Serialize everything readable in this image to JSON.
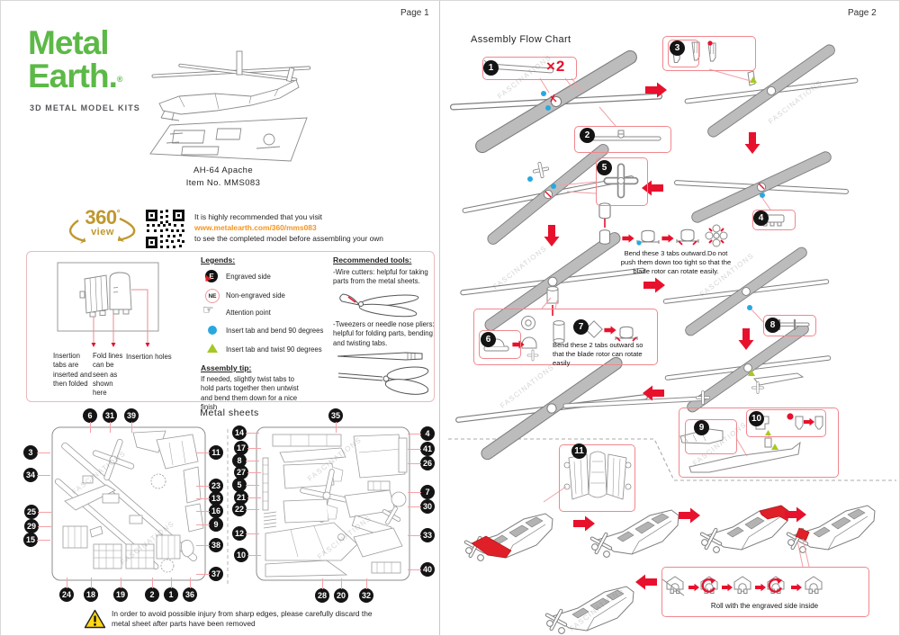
{
  "doc": {
    "page1_label": "Page 1",
    "page2_label": "Page 2"
  },
  "brand": {
    "word1": "Metal",
    "word2": "Earth.",
    "reg": "®",
    "tagline": "3D METAL MODEL KITS"
  },
  "product": {
    "name": "AH-64 Apache",
    "item": "Item No. MMS083"
  },
  "promo": {
    "badge_number": "360",
    "badge_degree": "°",
    "badge_view": "view",
    "line1": "It is highly recommended that you visit",
    "link": "www.metalearth.com/360/mms083",
    "line2": "to see the completed model before assembling your own"
  },
  "insertion": {
    "label_tabs": "Insertion tabs are inserted and then folded",
    "label_fold": "Fold lines can be seen as shown here",
    "label_holes": "Insertion holes"
  },
  "legends": {
    "title": "Legends:",
    "engraved_badge": "E",
    "engraved": "Engraved side",
    "non_engraved_badge": "NE",
    "non_engraved": "Non-engraved side",
    "attention": "Attention point",
    "insert_bend": "Insert tab and bend 90 degrees",
    "insert_twist": "Insert tab and twist 90 degrees",
    "tip_title": "Assembly tip:",
    "tip_text": "If needed, slightly twist tabs to hold parts together then untwist and bend them down for a nice finish"
  },
  "tools": {
    "title": "Recommended tools:",
    "wire_cutters": "-Wire cutters: helpful for taking parts from the metal sheets.",
    "tweezers": "-Tweezers or needle nose pliers: helpful for folding parts, bending and twisting tabs."
  },
  "sheets": {
    "title": "Metal sheets",
    "sheet1": {
      "top": [
        "6",
        "31",
        "39"
      ],
      "left": [
        "3",
        "34",
        "25",
        "29",
        "15"
      ],
      "right": [
        "11",
        "23",
        "13",
        "16",
        "9",
        "38",
        "37"
      ],
      "bottom": [
        "24",
        "18",
        "19",
        "2",
        "1",
        "36"
      ]
    },
    "sheet2": {
      "top": [
        "35"
      ],
      "left": [
        "14",
        "17",
        "8",
        "27",
        "5",
        "21",
        "22",
        "12",
        "10"
      ],
      "right": [
        "4",
        "41",
        "26",
        "7",
        "30",
        "33",
        "40"
      ],
      "bottom": [
        "28",
        "20",
        "32"
      ]
    }
  },
  "warning": {
    "text": "In order to avoid possible injury from sharp edges, please carefully discard the metal sheet after parts have been removed"
  },
  "flow": {
    "title": "Assembly Flow Chart",
    "multiplier": "×2",
    "steps": [
      "1",
      "2",
      "3",
      "4",
      "5",
      "6",
      "7",
      "8",
      "9",
      "10",
      "11"
    ],
    "note_three_tabs": "Bend these 3 tabs outward.Do not push them down too tight so that the blade rotor can rotate easily.",
    "note_two_tabs": "Bend these 2 tabs outward so that the blade rotor can rotate easily",
    "note_roll": "Roll with the engraved side inside",
    "watermark": "FASCINATIONS"
  },
  "colors": {
    "brand_green": "#5CB947",
    "link_orange": "#F7941E",
    "gold": "#C0982F",
    "red": "#E8112D",
    "box_pink": "#F0878D",
    "blue": "#29A8E0",
    "lime": "#A6C822",
    "warning_yellow": "#FFD816"
  }
}
